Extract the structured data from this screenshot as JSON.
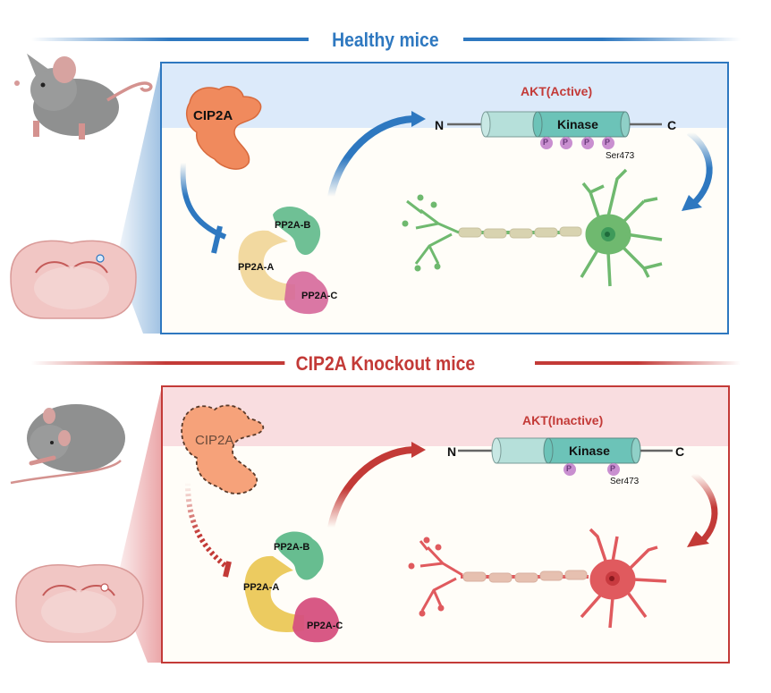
{
  "colors": {
    "healthy_accent": "#2e78c0",
    "knockout_accent": "#c33a37",
    "healthy_band": "#dceafa",
    "knockout_band": "#f9dde0",
    "panel_bg": "#fffdf8",
    "healthy_neuron": "#6fb96f",
    "knockout_neuron": "#e05a5e",
    "cip2a": "#f08a5d",
    "pp2a_a": "#f2d9a0",
    "pp2a_b": "#5fb98a",
    "pp2a_c": "#d6689a",
    "phospho": "#c98fd0",
    "kinase": "#6cc3b8"
  },
  "healthy": {
    "title": "Healthy mice",
    "akt_state": "AKT(Active)",
    "n_terminus": "N",
    "c_terminus": "C",
    "kinase_label": "Kinase",
    "phospho_label": "P",
    "phospho_count": 4,
    "site_label": "Ser473",
    "cip2a_label": "CIP2A",
    "pp2a_b_label": "PP2A-B",
    "pp2a_a_label": "PP2A-A",
    "pp2a_c_label": "PP2A-C"
  },
  "knockout": {
    "title": "CIP2A Knockout mice",
    "akt_state": "AKT(Inactive)",
    "n_terminus": "N",
    "c_terminus": "C",
    "kinase_label": "Kinase",
    "phospho_label": "P",
    "phospho_count": 2,
    "site_label": "Ser473",
    "cip2a_label": "CIP2A",
    "pp2a_b_label": "PP2A-B",
    "pp2a_a_label": "PP2A-A",
    "pp2a_c_label": "PP2A-C"
  }
}
